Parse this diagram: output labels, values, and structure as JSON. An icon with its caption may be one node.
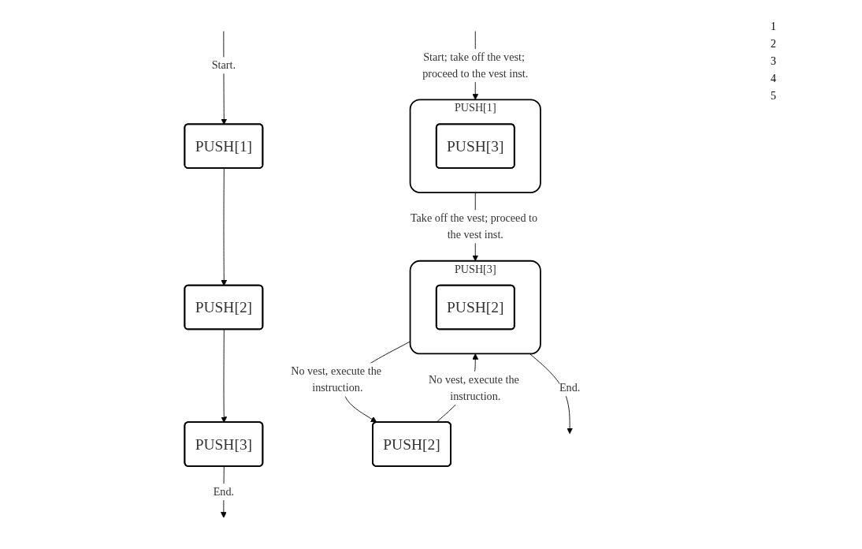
{
  "diagram": {
    "nodes": [
      {
        "text": [
          "PUSH[1]"
        ]
      },
      {
        "text": [
          "PUSH[2]"
        ]
      },
      {
        "text": [
          "PUSH[3]"
        ]
      },
      {
        "text": [
          "PUSH[1]"
        ]
      },
      {
        "text": [
          "PUSH[3]"
        ],
        "in": 3
      },
      {
        "text": [
          "PUSH[2]"
        ]
      },
      {
        "text": [
          "PUSH[3]"
        ]
      },
      {
        "text": [
          "PUSH[2]"
        ],
        "in": 6
      }
    ],
    "edges": [
      {
        "from": null,
        "to": 0,
        "arrow": "to",
        "label": "Start."
      },
      {
        "from": 0,
        "to": 1,
        "arrow": "to"
      },
      {
        "from": 1,
        "to": 2,
        "arrow": "to"
      },
      {
        "from": 2,
        "to": null,
        "arrow": "to",
        "label": "End."
      },
      {
        "from": null,
        "to": 3,
        "arrow": "to",
        "label": "Start; take off the vest; proceed to the vest inst."
      },
      {
        "from": 3,
        "to": 6,
        "arrow": "to",
        "label": "Take off the vest; proceed to the vest inst."
      },
      {
        "from": 6,
        "to": 5,
        "arrow": "to",
        "label": "No vest, execute the instruction."
      },
      {
        "from": 5,
        "to": 6,
        "arrow": "to",
        "label": "No vest, execute the instruction."
      },
      {
        "from": 6,
        "to": null,
        "arrow": "to",
        "label": "End."
      }
    ],
    "labels": [
      "1",
      "2",
      "3",
      "4",
      "5"
    ]
  }
}
